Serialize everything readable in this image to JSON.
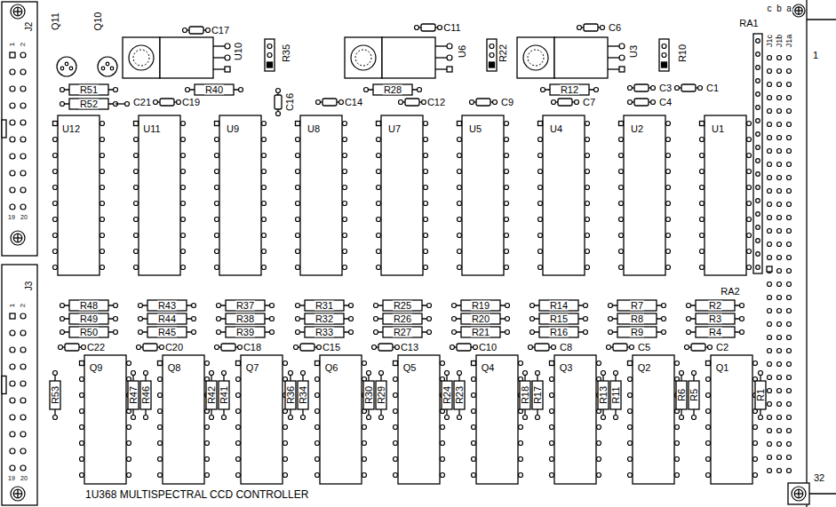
{
  "diagram": {
    "labels": [
      "J2",
      "1",
      "2",
      "19",
      "20",
      "J3",
      "1",
      "2",
      "19",
      "20",
      "Q11",
      "Q10",
      "C17",
      "U10",
      "R35",
      "C11",
      "U6",
      "R22",
      "C6",
      "U3",
      "R10",
      "RA1",
      "c",
      "b",
      "a",
      "J1c",
      "J1b",
      "J1a",
      "1",
      "32",
      "R51",
      "R52",
      "C21",
      "R40",
      "C19",
      "C16",
      "C14",
      "R28",
      "C12",
      "C9",
      "R12",
      "C7",
      "C3",
      "C4",
      "C1",
      "U12",
      "U11",
      "U9",
      "U8",
      "U7",
      "U5",
      "U4",
      "U2",
      "U1",
      "RA2",
      "R48",
      "R49",
      "R50",
      "R43",
      "R44",
      "R45",
      "R37",
      "R38",
      "R39",
      "R31",
      "R32",
      "R33",
      "R25",
      "R26",
      "R27",
      "R19",
      "R20",
      "R21",
      "R14",
      "R15",
      "R16",
      "R7",
      "R8",
      "R9",
      "R2",
      "R3",
      "R4",
      "C22",
      "C20",
      "C18",
      "C15",
      "C13",
      "C10",
      "C8",
      "C5",
      "C2",
      "Q9",
      "Q8",
      "Q7",
      "Q6",
      "Q5",
      "Q4",
      "Q3",
      "Q2",
      "Q1",
      "R53",
      "R47",
      "R46",
      "R42",
      "R41",
      "R36",
      "R34",
      "R30",
      "R29",
      "R24",
      "R23",
      "R18",
      "R17",
      "R13",
      "R11",
      "R6",
      "R5",
      "R1",
      "1U368 MULTISPECTRAL CCD CONTROLLER"
    ]
  }
}
